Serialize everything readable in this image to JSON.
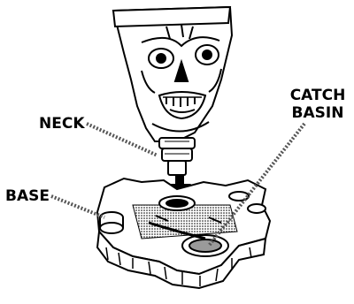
{
  "callouts": {
    "neck": "NECK",
    "base": "BASE",
    "catch_line1": "CATCH",
    "catch_line2": "BASIN"
  },
  "colors": {
    "ink": "#000000",
    "background": "#ffffff",
    "shade": "#9a9a9a"
  }
}
